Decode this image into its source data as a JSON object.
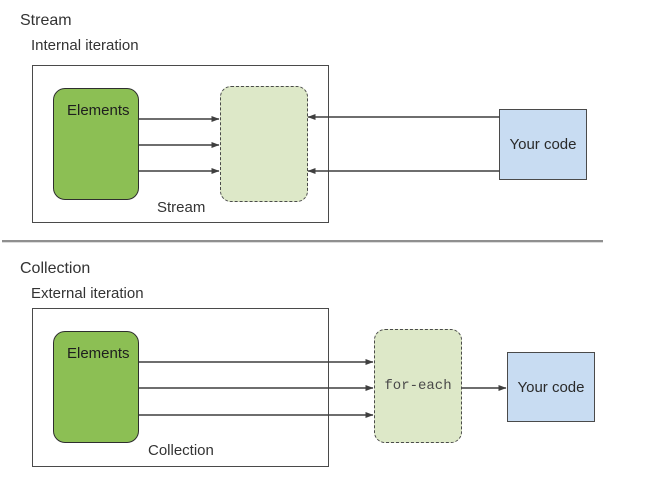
{
  "colors": {
    "elements_fill": "#8CBF54",
    "pipeline_fill": "#DDE8C8",
    "your_code_fill": "#C8DCF2",
    "line": "#3F3F3F",
    "box_border": "#4A4A4A",
    "text": "#333333",
    "divider": "#8F8F8F"
  },
  "stream_section": {
    "title": "Stream",
    "subtitle": "Internal iteration",
    "elements_label": "Elements",
    "container_label": "Stream",
    "your_code_label": "Your code"
  },
  "collection_section": {
    "title": "Collection",
    "subtitle": "External iteration",
    "elements_label": "Elements",
    "container_label": "Collection",
    "foreach_label": "for-each",
    "your_code_label": "Your code"
  }
}
